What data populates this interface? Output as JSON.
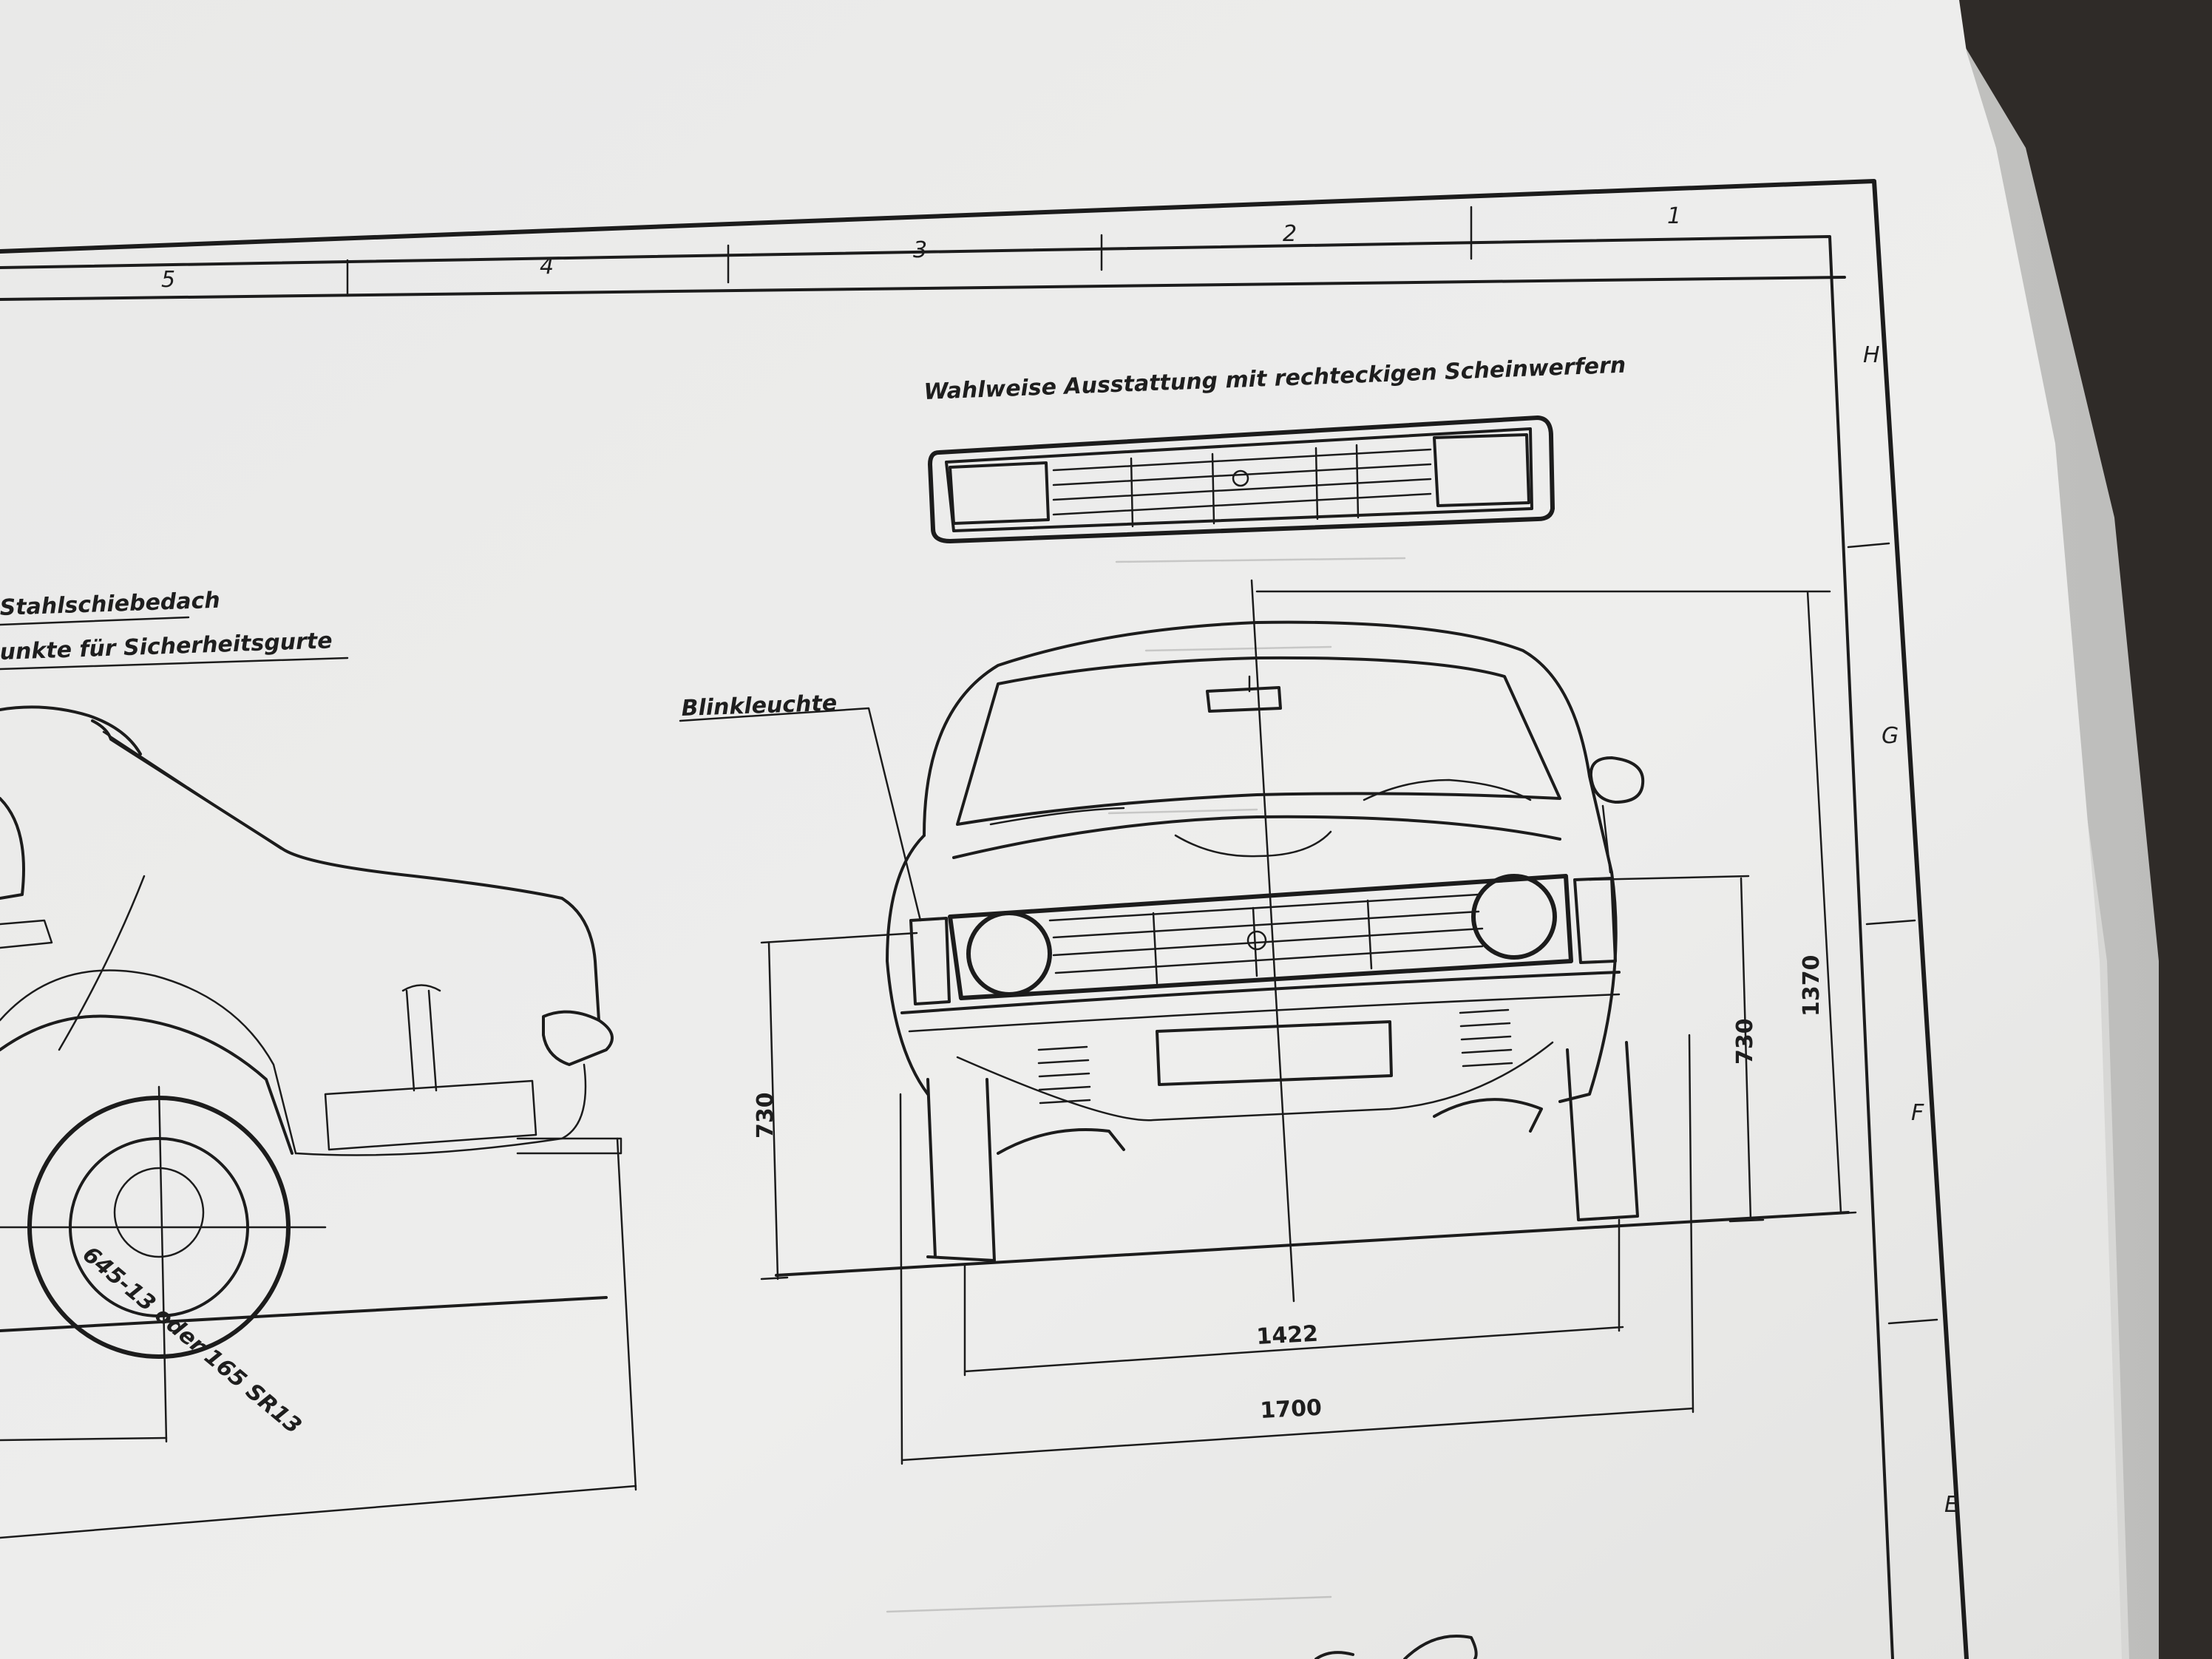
{
  "drawing": {
    "zone_columns": [
      "5",
      "4",
      "3",
      "2",
      "1"
    ],
    "zone_rows": [
      "H",
      "G",
      "F",
      "E"
    ],
    "labels": {
      "optional_equipment": "Wahlweise Ausstattung mit rechteckigen Scheinwerfern",
      "sunroof": "Stahlschiebedach",
      "seatbelt_points": "unkte  für  Sicherheitsgurte",
      "indicator_light": "Blinkleuchte",
      "tyre_spec": "645-13 oder 165 SR13"
    },
    "dimensions": {
      "ground_clearance_left": "730",
      "ground_clearance_right": "730",
      "overall_height": "1370",
      "track_width": "1422",
      "overall_width": "1700"
    }
  },
  "colors": {
    "paper": "#ededec",
    "ink": "#1c1c1c",
    "desk": "#2f2b28"
  }
}
